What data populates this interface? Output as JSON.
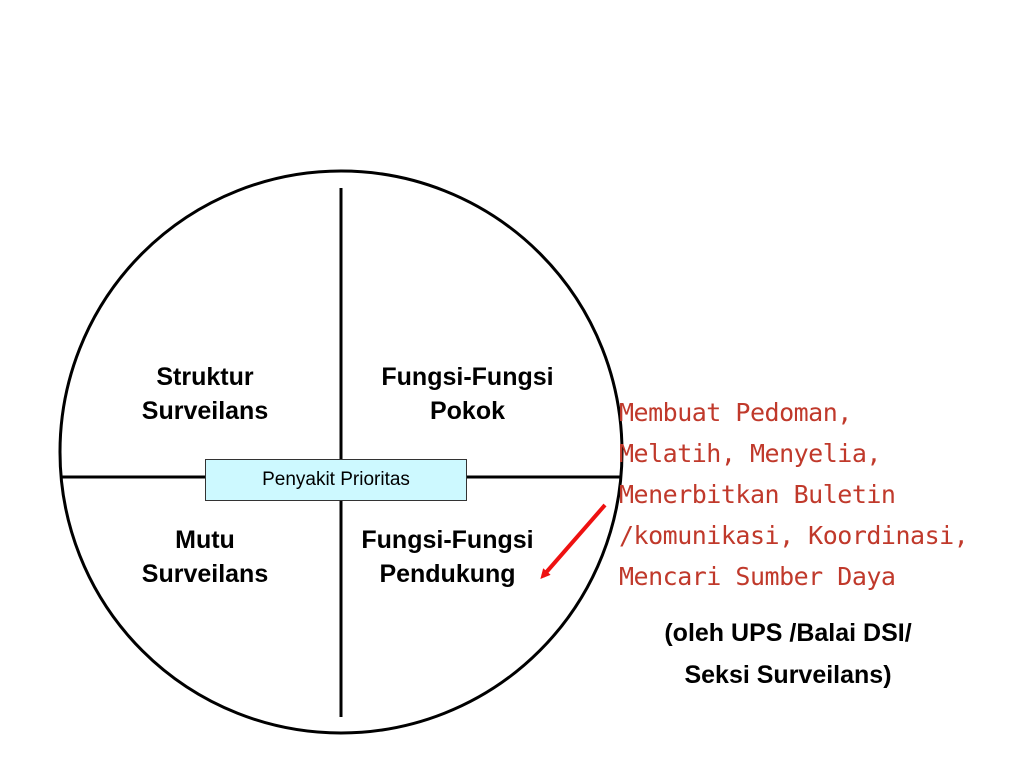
{
  "diagram": {
    "quadrants": {
      "top_left": [
        "Struktur",
        "Surveilans"
      ],
      "top_right": [
        "Fungsi-Fungsi",
        "Pokok"
      ],
      "bottom_left": [
        "Mutu",
        "Surveilans"
      ],
      "bottom_right": [
        "Fungsi-Fungsi",
        "Pendukung"
      ]
    },
    "center_label": "Penyakit Prioritas",
    "annotation_lines": [
      "Membuat Pedoman,",
      "Melatih, Menyelia,",
      "Menerbitkan Buletin",
      "/komunikasi, Koordinasi,",
      "Mencari Sumber Daya"
    ],
    "note_lines": [
      "(oleh UPS /Balai DSI/",
      "Seksi Surveilans)"
    ]
  },
  "colors": {
    "annotation": "#c0392b",
    "arrow": "#ee1111",
    "center_box_fill": "#cdf9ff"
  }
}
